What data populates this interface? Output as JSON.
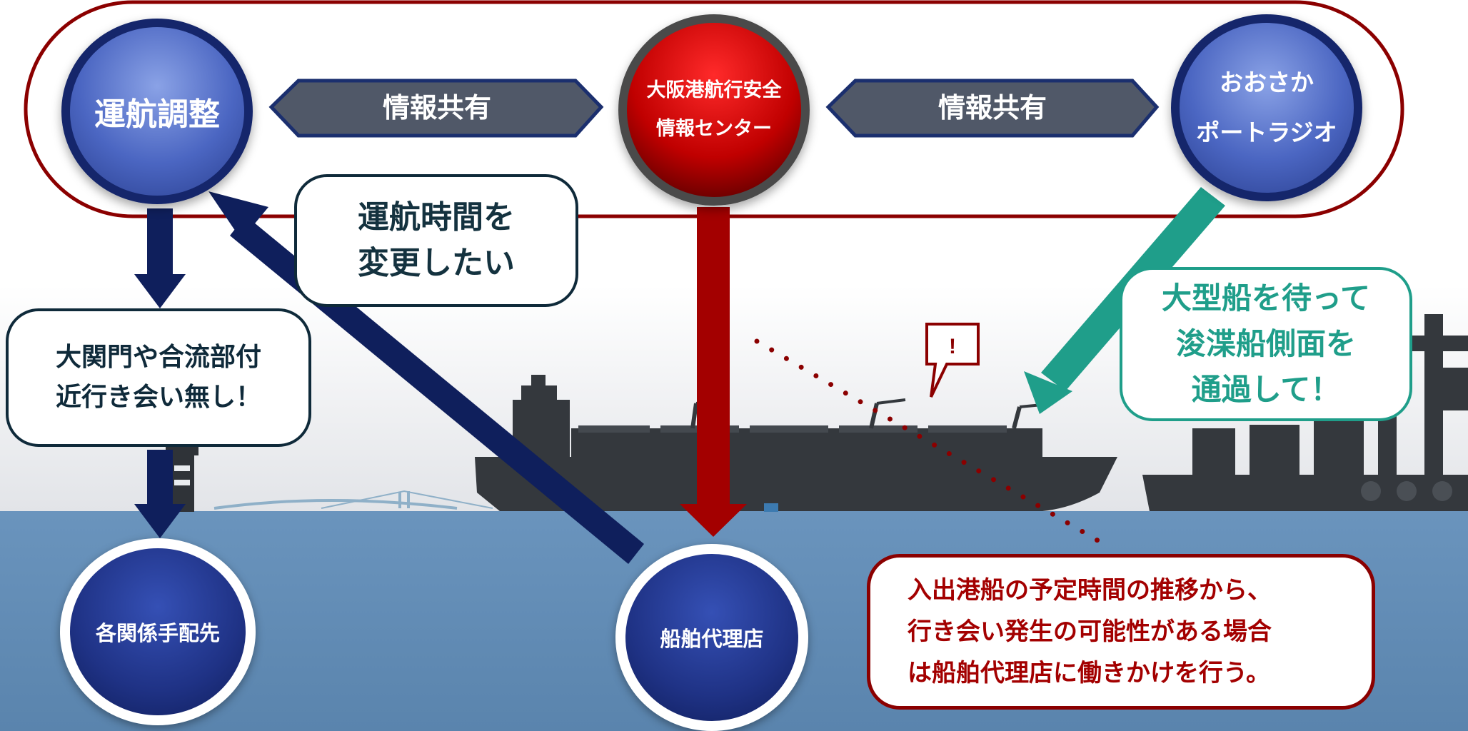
{
  "colors": {
    "frame_red": "#8b0000",
    "node_blue": "#4b66c2",
    "node_navy": "#1f3285",
    "node_red": "#c00000",
    "arrow_navy": "#0f1f5c",
    "arrow_red": "#a30000",
    "arrow_teal": "#1f9e8a",
    "sea": "#5b86b0",
    "banner_gray": "#505868"
  },
  "nodes": {
    "operations": "運航調整",
    "center": "大阪港航行安全\n情報センター",
    "radio": "おおさか\nポートラジオ",
    "contacts": "各関係手配先",
    "agent": "船舶代理店"
  },
  "banners": {
    "share_left": "情報共有",
    "share_right": "情報共有"
  },
  "callouts": {
    "change_time": "運航時間を\n変更したい",
    "no_meeting": "大関門や合流部付\n近行き会い無し！",
    "wait_large_ship": "大型船を待って\n浚渫船側面を\n通過して！",
    "work_with_agent": "入出港船の予定時間の推移から、\n行き会い発生の可能性がある場合\nは船舶代理店に働きかけを行う。",
    "alert_mark": "!"
  }
}
